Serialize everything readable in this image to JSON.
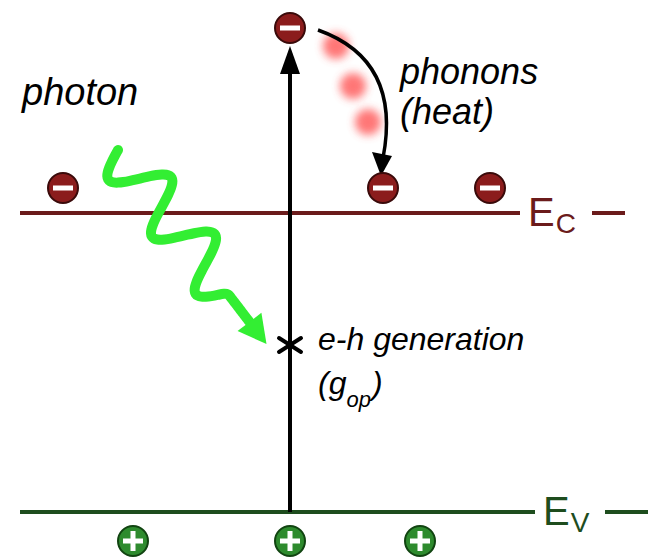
{
  "diagram": {
    "labels": [
      "photon",
      "phonons (heat)",
      "e-h generation",
      "(g",
      "op",
      ")",
      "E",
      "C",
      "E",
      "V"
    ]
  }
}
